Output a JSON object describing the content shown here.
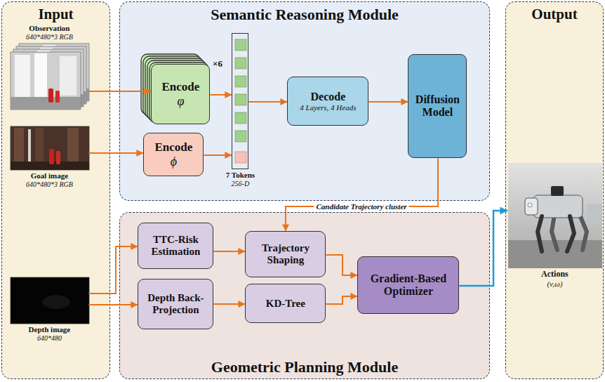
{
  "diagram": {
    "nodes": [
      {
        "text": [
          "Input"
        ]
      },
      {
        "text": [
          "Observation",
          "640*480*3 RGB"
        ],
        "in": 0
      },
      {
        "text": [
          "Goal image",
          "640*480*3 RGB"
        ],
        "in": 0
      },
      {
        "text": [
          "Depth image",
          "640*480"
        ],
        "in": 0
      },
      {
        "text": [
          "Semantic Reasoning Module"
        ]
      },
      {
        "text": [
          "Encode",
          "φ"
        ],
        "in": 4
      },
      {
        "text": [
          "Encode",
          "ϕ"
        ],
        "in": 4
      },
      {
        "text": [
          "7 Tokens",
          "256-D"
        ],
        "in": 4
      },
      {
        "text": [
          "Decode",
          "4 Layers, 4 Heads"
        ],
        "in": 4
      },
      {
        "text": [
          "Diffusion Model"
        ],
        "in": 4
      },
      {
        "text": [
          "Geometric Planning Module"
        ]
      },
      {
        "text": [
          "TTC-Risk Estimation"
        ],
        "in": 10
      },
      {
        "text": [
          "Trajectory Shaping"
        ],
        "in": 10
      },
      {
        "text": [
          "Depth Back-Projection"
        ],
        "in": 10
      },
      {
        "text": [
          "KD-Tree"
        ],
        "in": 10
      },
      {
        "text": [
          "Gradient-Based Optimizer"
        ],
        "in": 10
      },
      {
        "text": [
          "Output"
        ]
      },
      {
        "text": [
          "Actions",
          "(v,ω)"
        ],
        "in": 16
      }
    ],
    "edges": [
      {
        "from": 1,
        "to": 5,
        "arrow": "to"
      },
      {
        "from": 2,
        "to": 6,
        "arrow": "to"
      },
      {
        "from": 5,
        "to": 7,
        "arrow": "to"
      },
      {
        "from": 6,
        "to": 7,
        "arrow": "to"
      },
      {
        "from": 7,
        "to": 8,
        "arrow": "to"
      },
      {
        "from": 8,
        "to": 9,
        "arrow": "to"
      },
      {
        "from": 9,
        "to": 12,
        "label": "Candidate Trajectory cluster",
        "arrow": "to"
      },
      {
        "from": 3,
        "to": 11,
        "arrow": "to"
      },
      {
        "from": 3,
        "to": 13,
        "arrow": "to"
      },
      {
        "from": 11,
        "to": 12,
        "arrow": "to"
      },
      {
        "from": 13,
        "to": 14,
        "arrow": "to"
      },
      {
        "from": 12,
        "to": 15,
        "arrow": "to"
      },
      {
        "from": 14,
        "to": 15,
        "arrow": "to"
      },
      {
        "from": 15,
        "to": 17,
        "arrow": "to"
      }
    ],
    "labels": [
      "×6"
    ]
  }
}
